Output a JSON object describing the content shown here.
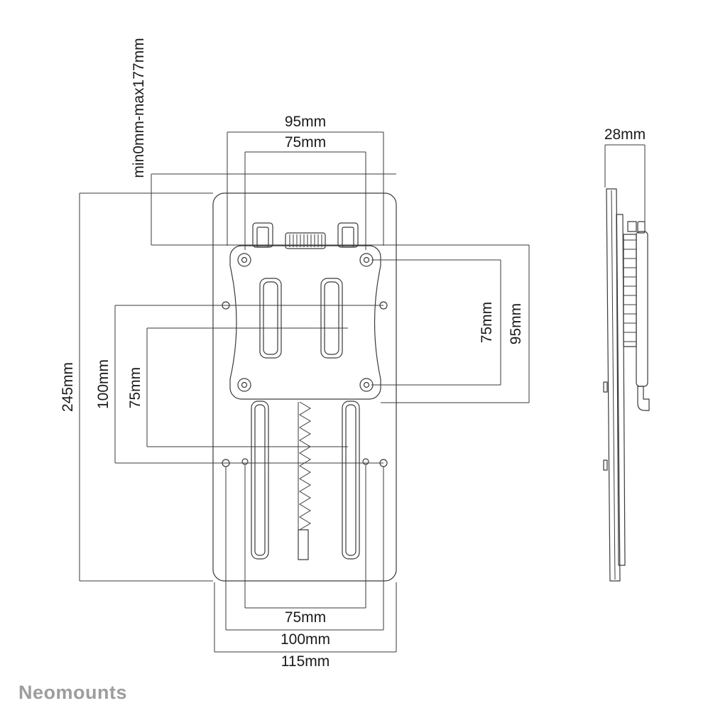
{
  "brand": "Neomounts",
  "dimensions": {
    "top_outer": "95mm",
    "top_inner": "75mm",
    "height_range": "min0mm-max177mm",
    "left_total": "245mm",
    "left_outer": "100mm",
    "left_inner": "75mm",
    "right_inner": "75mm",
    "right_outer": "95mm",
    "bottom_inner": "75mm",
    "bottom_mid": "100mm",
    "bottom_outer": "115mm",
    "side_depth": "28mm"
  },
  "colors": {
    "line": "#3a3a3a",
    "text": "#1a1a1a",
    "brand": "#9d9d9d",
    "background": "#ffffff"
  }
}
